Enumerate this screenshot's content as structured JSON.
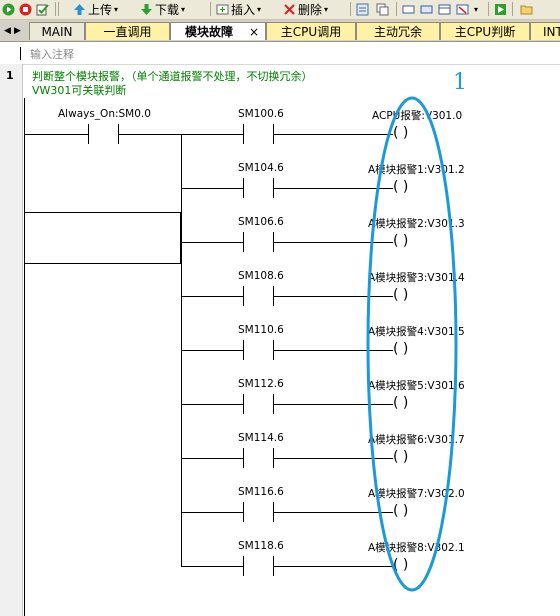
{
  "toolbar": {
    "upload_label": "上传",
    "download_label": "下载",
    "insert_label": "插入",
    "delete_label": "删除"
  },
  "tabs": [
    {
      "label": "MAIN"
    },
    {
      "label": "一直调用"
    },
    {
      "label": "模块故障"
    },
    {
      "label": "主CPU调用"
    },
    {
      "label": "主动冗余"
    },
    {
      "label": "主CPU判断"
    },
    {
      "label": "INT"
    }
  ],
  "active_tab_close": "×",
  "program_comment_placeholder": "输入注释",
  "network": {
    "number": "1",
    "comment_line1": "判断整个模块报警，（单个通道报警不处理，不切换冗余）",
    "comment_line2": "VW301可关联判断",
    "input_contact": "Always_On:SM0.0",
    "rungs": [
      {
        "contact": "SM100.6",
        "coil": "ACPU报警:V301.0"
      },
      {
        "contact": "SM104.6",
        "coil": "A模块报警1:V301.2"
      },
      {
        "contact": "SM106.6",
        "coil": "A模块报警2:V301.3"
      },
      {
        "contact": "SM108.6",
        "coil": "A模块报警3:V301.4"
      },
      {
        "contact": "SM110.6",
        "coil": "A模块报警4:V301.5"
      },
      {
        "contact": "SM112.6",
        "coil": "A模块报警5:V301.6"
      },
      {
        "contact": "SM114.6",
        "coil": "A模块报警6:V301.7"
      },
      {
        "contact": "SM116.6",
        "coil": "A模块报警7:V302.0"
      },
      {
        "contact": "SM118.6",
        "coil": "A模块报警8:V302.1"
      }
    ],
    "coil_symbol": "(      )"
  },
  "annotation": {
    "label": "1",
    "color": "#1a9ad6"
  },
  "colors": {
    "comment_green": "#008000",
    "toolbar_bg": "#ece9d8",
    "tab_yellow": "#fff1a6"
  }
}
